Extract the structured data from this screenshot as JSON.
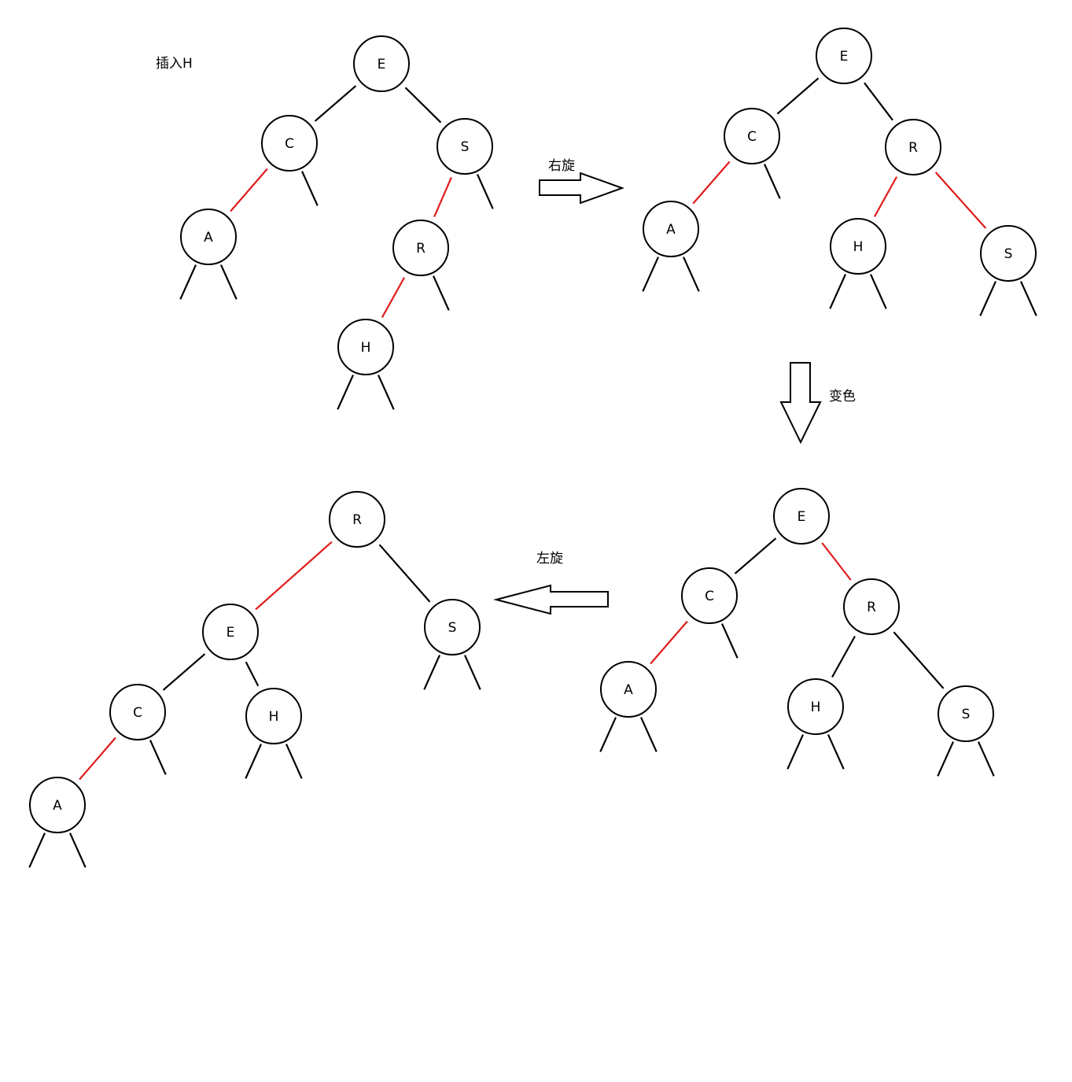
{
  "colors": {
    "black_link": "#000000",
    "red_link": "#e01b1b"
  },
  "captions": {
    "insert": "插入H",
    "rotate_right": "右旋",
    "recolor": "变色",
    "rotate_left": "左旋"
  },
  "trees": [
    {
      "id": "tree-1-insert-h",
      "nodes": [
        {
          "key": "E",
          "children": [
            {
              "to": 1,
              "color": "black"
            },
            {
              "to": 2,
              "color": "black"
            }
          ]
        },
        {
          "key": "C",
          "children": [
            {
              "to": 3,
              "color": "red"
            },
            {
              "nil": true,
              "color": "black"
            }
          ]
        },
        {
          "key": "S",
          "children": [
            {
              "to": 4,
              "color": "red"
            },
            {
              "nil": true,
              "color": "black"
            }
          ]
        },
        {
          "key": "A",
          "children": [
            {
              "nil": true,
              "color": "black"
            },
            {
              "nil": true,
              "color": "black"
            }
          ]
        },
        {
          "key": "R",
          "children": [
            {
              "to": 5,
              "color": "red"
            },
            {
              "nil": true,
              "color": "black"
            }
          ]
        },
        {
          "key": "H",
          "children": [
            {
              "nil": true,
              "color": "black"
            },
            {
              "nil": true,
              "color": "black"
            }
          ]
        }
      ]
    },
    {
      "id": "tree-2-after-right-rotate",
      "nodes": [
        {
          "key": "E",
          "children": [
            {
              "to": 1,
              "color": "black"
            },
            {
              "to": 2,
              "color": "black"
            }
          ]
        },
        {
          "key": "C",
          "children": [
            {
              "to": 3,
              "color": "red"
            },
            {
              "nil": true,
              "color": "black"
            }
          ]
        },
        {
          "key": "R",
          "children": [
            {
              "to": 4,
              "color": "red"
            },
            {
              "to": 5,
              "color": "red"
            }
          ]
        },
        {
          "key": "A",
          "children": [
            {
              "nil": true,
              "color": "black"
            },
            {
              "nil": true,
              "color": "black"
            }
          ]
        },
        {
          "key": "H",
          "children": [
            {
              "nil": true,
              "color": "black"
            },
            {
              "nil": true,
              "color": "black"
            }
          ]
        },
        {
          "key": "S",
          "children": [
            {
              "nil": true,
              "color": "black"
            },
            {
              "nil": true,
              "color": "black"
            }
          ]
        }
      ]
    },
    {
      "id": "tree-3-after-recolor",
      "nodes": [
        {
          "key": "E",
          "children": [
            {
              "to": 1,
              "color": "black"
            },
            {
              "to": 2,
              "color": "red"
            }
          ]
        },
        {
          "key": "C",
          "children": [
            {
              "to": 3,
              "color": "red"
            },
            {
              "nil": true,
              "color": "black"
            }
          ]
        },
        {
          "key": "R",
          "children": [
            {
              "to": 4,
              "color": "black"
            },
            {
              "to": 5,
              "color": "black"
            }
          ]
        },
        {
          "key": "A",
          "children": [
            {
              "nil": true,
              "color": "black"
            },
            {
              "nil": true,
              "color": "black"
            }
          ]
        },
        {
          "key": "H",
          "children": [
            {
              "nil": true,
              "color": "black"
            },
            {
              "nil": true,
              "color": "black"
            }
          ]
        },
        {
          "key": "S",
          "children": [
            {
              "nil": true,
              "color": "black"
            },
            {
              "nil": true,
              "color": "black"
            }
          ]
        }
      ]
    },
    {
      "id": "tree-4-after-left-rotate",
      "nodes": [
        {
          "key": "R",
          "children": [
            {
              "to": 1,
              "color": "red"
            },
            {
              "to": 2,
              "color": "black"
            }
          ]
        },
        {
          "key": "E",
          "children": [
            {
              "to": 3,
              "color": "black"
            },
            {
              "to": 4,
              "color": "black"
            }
          ]
        },
        {
          "key": "S",
          "children": [
            {
              "nil": true,
              "color": "black"
            },
            {
              "nil": true,
              "color": "black"
            }
          ]
        },
        {
          "key": "C",
          "children": [
            {
              "to": 5,
              "color": "red"
            },
            {
              "nil": true,
              "color": "black"
            }
          ]
        },
        {
          "key": "H",
          "children": [
            {
              "nil": true,
              "color": "black"
            },
            {
              "nil": true,
              "color": "black"
            }
          ]
        },
        {
          "key": "A",
          "children": [
            {
              "nil": true,
              "color": "black"
            },
            {
              "nil": true,
              "color": "black"
            }
          ]
        }
      ]
    }
  ],
  "arrows": [
    {
      "id": "arrow-right-rotate",
      "icon": "right-arrow-icon",
      "from": "tree-1-insert-h",
      "to": "tree-2-after-right-rotate"
    },
    {
      "id": "arrow-recolor",
      "icon": "down-arrow-icon",
      "from": "tree-2-after-right-rotate",
      "to": "tree-3-after-recolor"
    },
    {
      "id": "arrow-left-rotate",
      "icon": "left-arrow-icon",
      "from": "tree-3-after-recolor",
      "to": "tree-4-after-left-rotate"
    }
  ]
}
